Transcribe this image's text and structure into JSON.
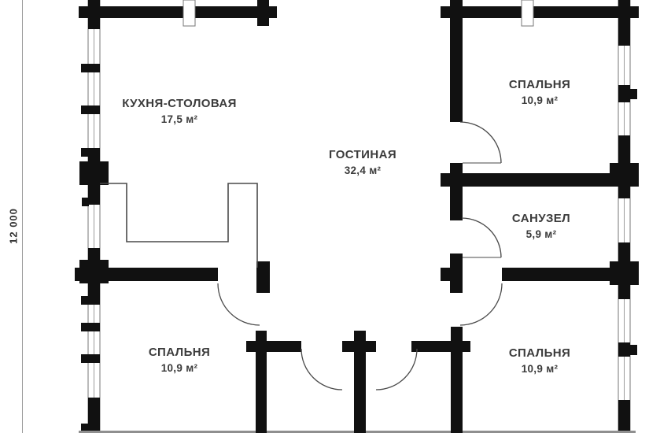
{
  "plan": {
    "dimension_label": "12 000",
    "rooms": [
      {
        "id": "kitchen-dining",
        "name": "КУХНЯ-СТОЛОВАЯ",
        "area": "17,5 м²"
      },
      {
        "id": "living-room",
        "name": "ГОСТИНАЯ",
        "area": "32,4 м²"
      },
      {
        "id": "bedroom-top-right",
        "name": "СПАЛЬНЯ",
        "area": "10,9 м²"
      },
      {
        "id": "bathroom",
        "name": "САНУЗЕЛ",
        "area": "5,9 м²"
      },
      {
        "id": "bedroom-bottom-left",
        "name": "СПАЛЬНЯ",
        "area": "10,9 м²"
      },
      {
        "id": "bedroom-bottom-right",
        "name": "СПАЛЬНЯ",
        "area": "10,9 м²"
      }
    ],
    "colors": {
      "wall": "#111111",
      "line": "#4a4a4a",
      "text": "#3b3b3b",
      "background": "#ffffff"
    }
  }
}
